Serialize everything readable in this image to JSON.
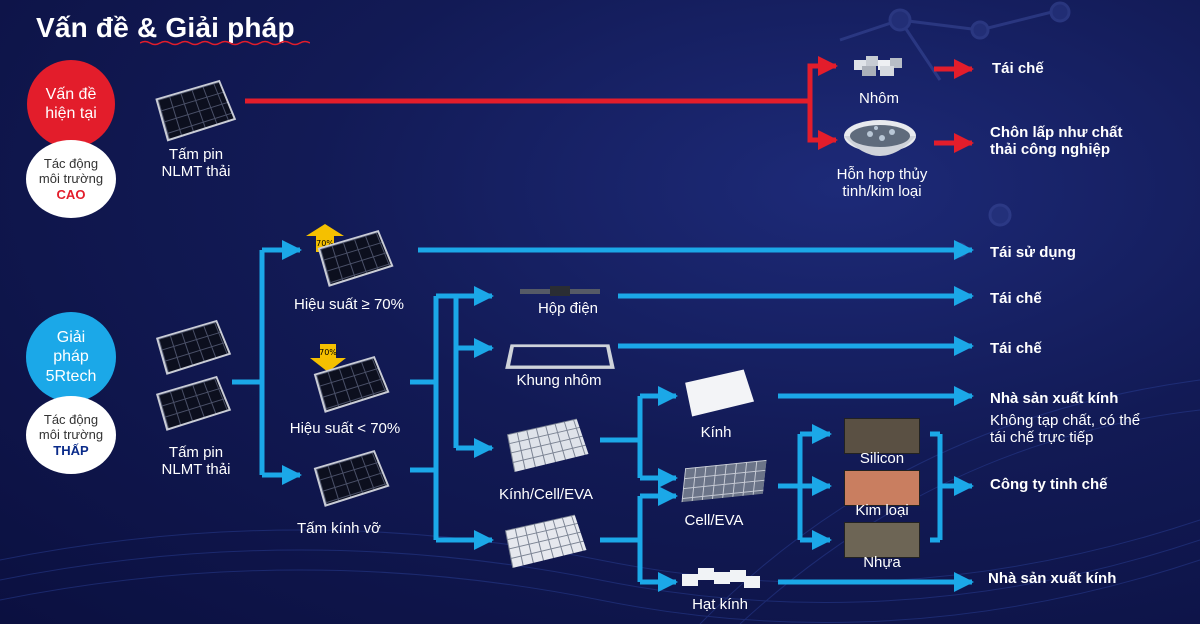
{
  "title": "Vấn đề & Giải pháp",
  "current": {
    "circle_line1": "Vấn đề",
    "circle_line2": "hiện tại",
    "impact_line1": "Tác động",
    "impact_line2": "môi trường",
    "impact_level": "CAO",
    "panel_label_1": "Tấm pin",
    "panel_label_2": "NLMT thải",
    "aluminum": "Nhôm",
    "mixed_1": "Hỗn hợp thủy",
    "mixed_2": "tinh/kim loại",
    "out_recycle": "Tái chế",
    "out_landfill_1": "Chôn lấp như chất",
    "out_landfill_2": "thải công nghiệp"
  },
  "solution": {
    "circle_line1": "Giải",
    "circle_line2": "pháp",
    "circle_line3": "5Rtech",
    "impact_line1": "Tác động",
    "impact_line2": "môi trường",
    "impact_level": "THẤP",
    "panel_label_1": "Tấm pin",
    "panel_label_2": "NLMT thải",
    "eff_high": "Hiệu suất ≥ 70%",
    "eff_low": "Hiệu suất < 70%",
    "broken": "Tấm kính vỡ",
    "badge_70": "70%",
    "junction_box": "Hộp điện",
    "al_frame": "Khung nhôm",
    "glass_cell_eva": "Kính/Cell/EVA",
    "glass": "Kính",
    "cell_eva": "Cell/EVA",
    "glass_beads": "Hạt kính",
    "silicon": "Silicon",
    "metal": "Kim loại",
    "plastic": "Nhựa",
    "out_reuse": "Tái sử dụng",
    "out_recycle_1": "Tái chế",
    "out_recycle_2": "Tái chế",
    "out_glass_maker": "Nhà sản xuất kính",
    "out_glass_note_1": "Không tạp chất, có thể",
    "out_glass_note_2": "tái chế trực tiếp",
    "out_refiner": "Công ty tinh chế",
    "out_glass_maker_2": "Nhà sản xuất kính"
  },
  "colors": {
    "red": "#e31d2b",
    "blue": "#1ba8e8",
    "badge": "#f5c000"
  }
}
